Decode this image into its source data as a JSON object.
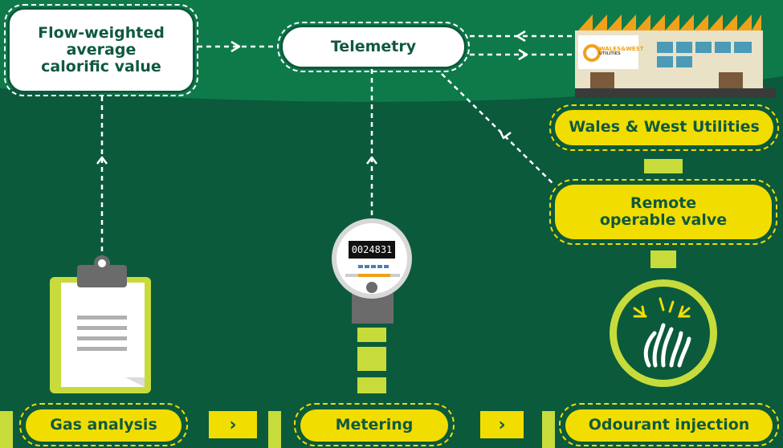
{
  "nodes": {
    "cv": "Flow-weighted\naverage\ncalorific value",
    "telemetry": "Telemetry",
    "wwu": "Wales & West Utilities",
    "valve": "Remote\noperable valve",
    "gas_analysis": "Gas analysis",
    "metering": "Metering",
    "odourant": "Odourant injection"
  },
  "meter_reading": "0024831",
  "building_sign": "WALES&WEST",
  "building_sign_sub": "UTILITIES",
  "arrow_glyph": "›",
  "colors": {
    "background": "#0b5a3c",
    "accent_yellow": "#f2dd00",
    "lime": "#c7dc3b",
    "text_green": "#0f5a3e",
    "roof_orange": "#f0a11a"
  }
}
